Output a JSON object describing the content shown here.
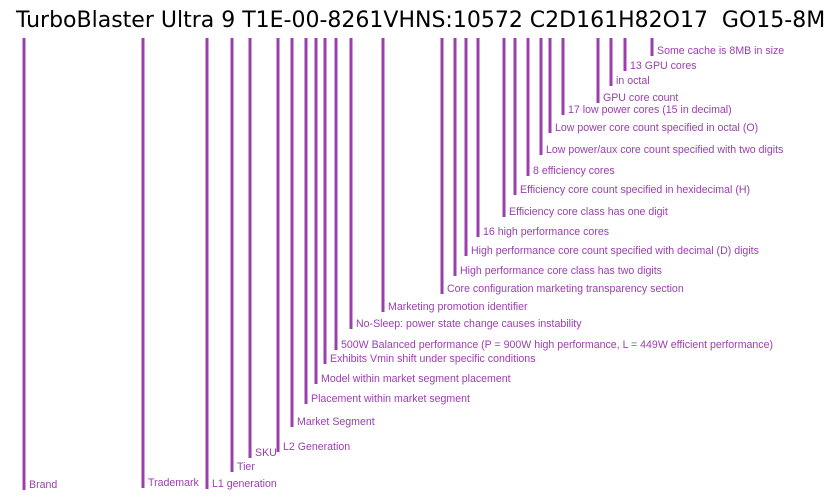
{
  "title": "TurboBlaster Ultra 9 T1E-00-8261VHNS:10572 C2D161H82O17  GO15-8M",
  "line_color": "#9b3fae",
  "label_color": "#9b3fae",
  "labels": [
    "Brand",
    "Trademark",
    "L1 generation",
    "Tier",
    "SKU",
    "L2 Generation",
    "Market Segment",
    "Placement within market segment",
    "Model within market segment placement",
    "Exhibits Vmin shift under specific conditions",
    "500W Balanced performance (P = 900W high performance, L = 449W efficient performance)",
    "No-Sleep: power state change causes instability",
    "Marketing promotion identifier",
    "Core configuration marketing transparency section",
    "High performance core class has two digits",
    "High performance core count specified with decimal (D) digits",
    "16 high performance cores",
    "Efficiency core class has one digit",
    "Efficiency core count specified in hexidecimal (H)",
    "8 efficiency cores",
    "Low power/aux core count specified with two digits",
    "Low power core count specified in octal (O)",
    "17 low power cores (15 in decimal)",
    "GPU core count",
    "in octal",
    "13 GPU cores",
    "Some cache is 8MB in size"
  ]
}
